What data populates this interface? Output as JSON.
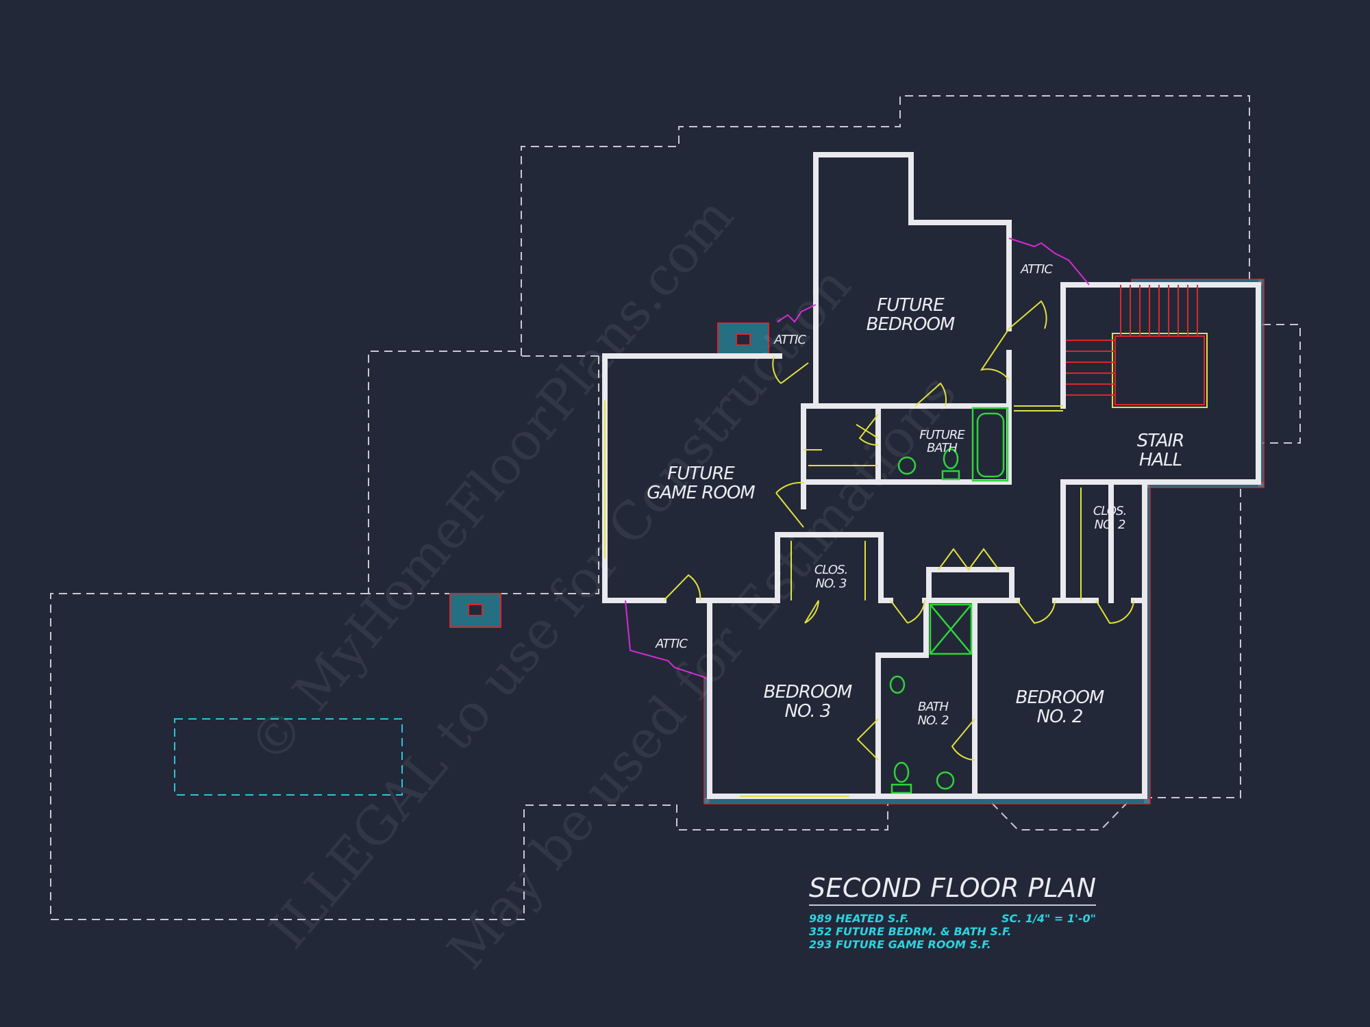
{
  "rooms": {
    "future_bedroom": [
      "FUTURE",
      "BEDROOM"
    ],
    "future_game_room": [
      "FUTURE",
      "GAME ROOM"
    ],
    "future_bath": [
      "FUTURE",
      "BATH"
    ],
    "stair_hall": [
      "STAIR",
      "HALL"
    ],
    "clos_2": [
      "CLOS.",
      "NO. 2"
    ],
    "clos_3": [
      "CLOS.",
      "NO. 3"
    ],
    "bedroom_3": [
      "BEDROOM",
      "NO. 3"
    ],
    "bath_2": [
      "BATH",
      "NO. 2"
    ],
    "bedroom_2": [
      "BEDROOM",
      "NO. 2"
    ],
    "attic": "ATTIC"
  },
  "title_block": {
    "title": "SECOND FLOOR PLAN",
    "heated": "989 HEATED S.F.",
    "future_bed_bath": "352 FUTURE BEDRM. & BATH S.F.",
    "future_game": "293 FUTURE GAME ROOM S.F.",
    "scale": "SC. 1/4\" = 1'-0\""
  },
  "watermark": {
    "line1": "© MyHomeFloorPlans.com",
    "line2": "ILLEGAL to use for Construction",
    "line3": "May be used for Estimations"
  },
  "colors": {
    "background": "#232838",
    "walls": "#e9e9ee",
    "doors": "#e2e23a",
    "text_accent": "#2ed3e0"
  }
}
